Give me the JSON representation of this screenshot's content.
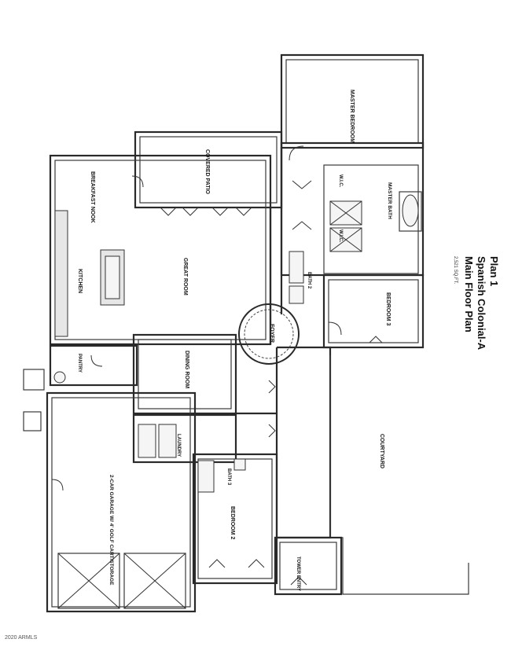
{
  "title": {
    "plan": "Plan 1",
    "style": "Spanish Colonial-A",
    "floor": "Main Floor Plan",
    "sqft": "2,521 SQ.FT."
  },
  "rooms": {
    "master_bedroom": "MASTER BEDROOM",
    "covered_patio": "COVERED PATIO",
    "breakfast_nook": "BREAKFAST NOOK",
    "great_room": "GREAT ROOM",
    "kitchen": "KITCHEN",
    "master_bath": "MASTER BATH",
    "wic_1": "W.I.C.",
    "wic_2": "W.I.C.",
    "bath_2": "BATH 2",
    "bedroom_3": "BEDROOM 3",
    "foyer": "FOYER",
    "pantry": "PANTRY",
    "dining_room": "DINING ROOM",
    "laundry": "LAUNDRY",
    "garage": "2-CAR GARAGE W/ 4' GOLF CART/STORAGE",
    "bath_3": "BATH 3",
    "bedroom_2": "BEDROOM 2",
    "courtyard": "COURTYARD",
    "tower_entry": "TOWER ENTRY"
  },
  "footer": "2020 ARMLS"
}
